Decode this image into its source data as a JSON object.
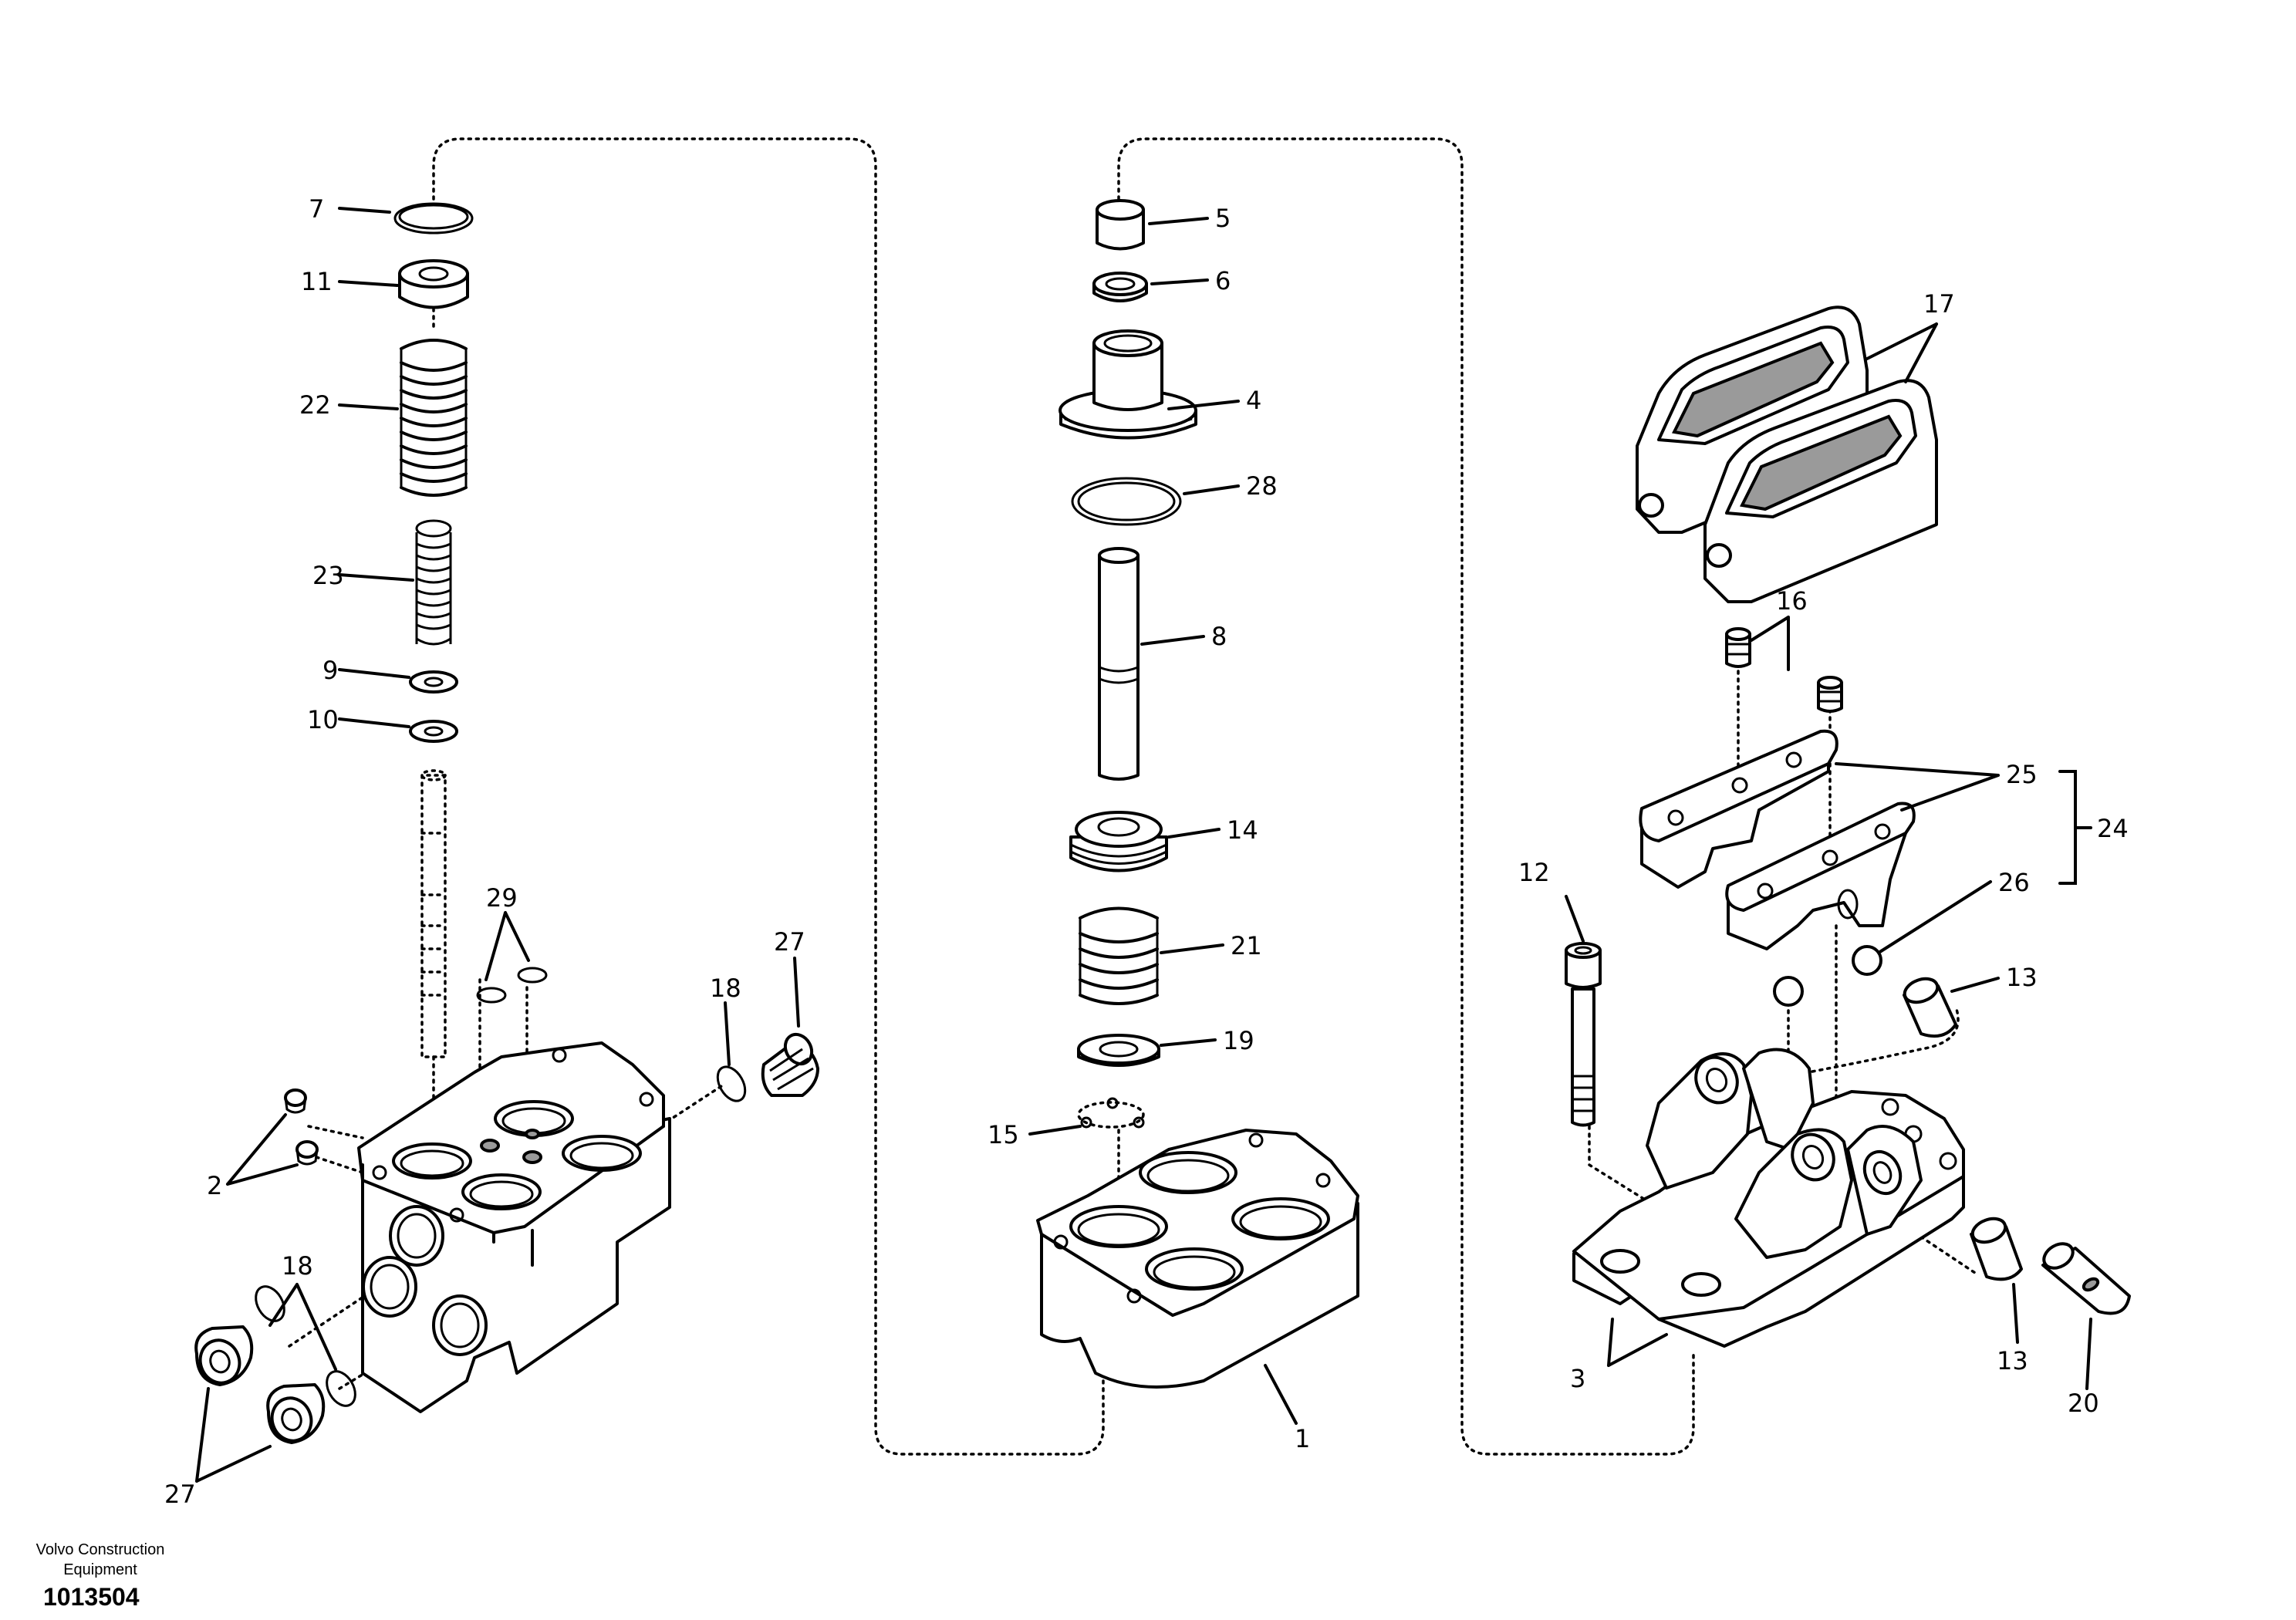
{
  "footer": {
    "company": "Volvo Construction Equipment",
    "drawing_number": "1013504"
  },
  "callouts": {
    "c7": "7",
    "c11": "11",
    "c22": "22",
    "c23": "23",
    "c9": "9",
    "c10": "10",
    "c29": "29",
    "c18a": "18",
    "c27a": "27",
    "c2": "2",
    "c18b": "18",
    "c27b": "27",
    "c5": "5",
    "c6": "6",
    "c4": "4",
    "c28": "28",
    "c8": "8",
    "c14": "14",
    "c21": "21",
    "c19": "19",
    "c15": "15",
    "c1": "1",
    "c17": "17",
    "c16": "16",
    "c25": "25",
    "c24": "24",
    "c26": "26",
    "c12": "12",
    "c13a": "13",
    "c13b": "13",
    "c3": "3",
    "c20": "20"
  }
}
